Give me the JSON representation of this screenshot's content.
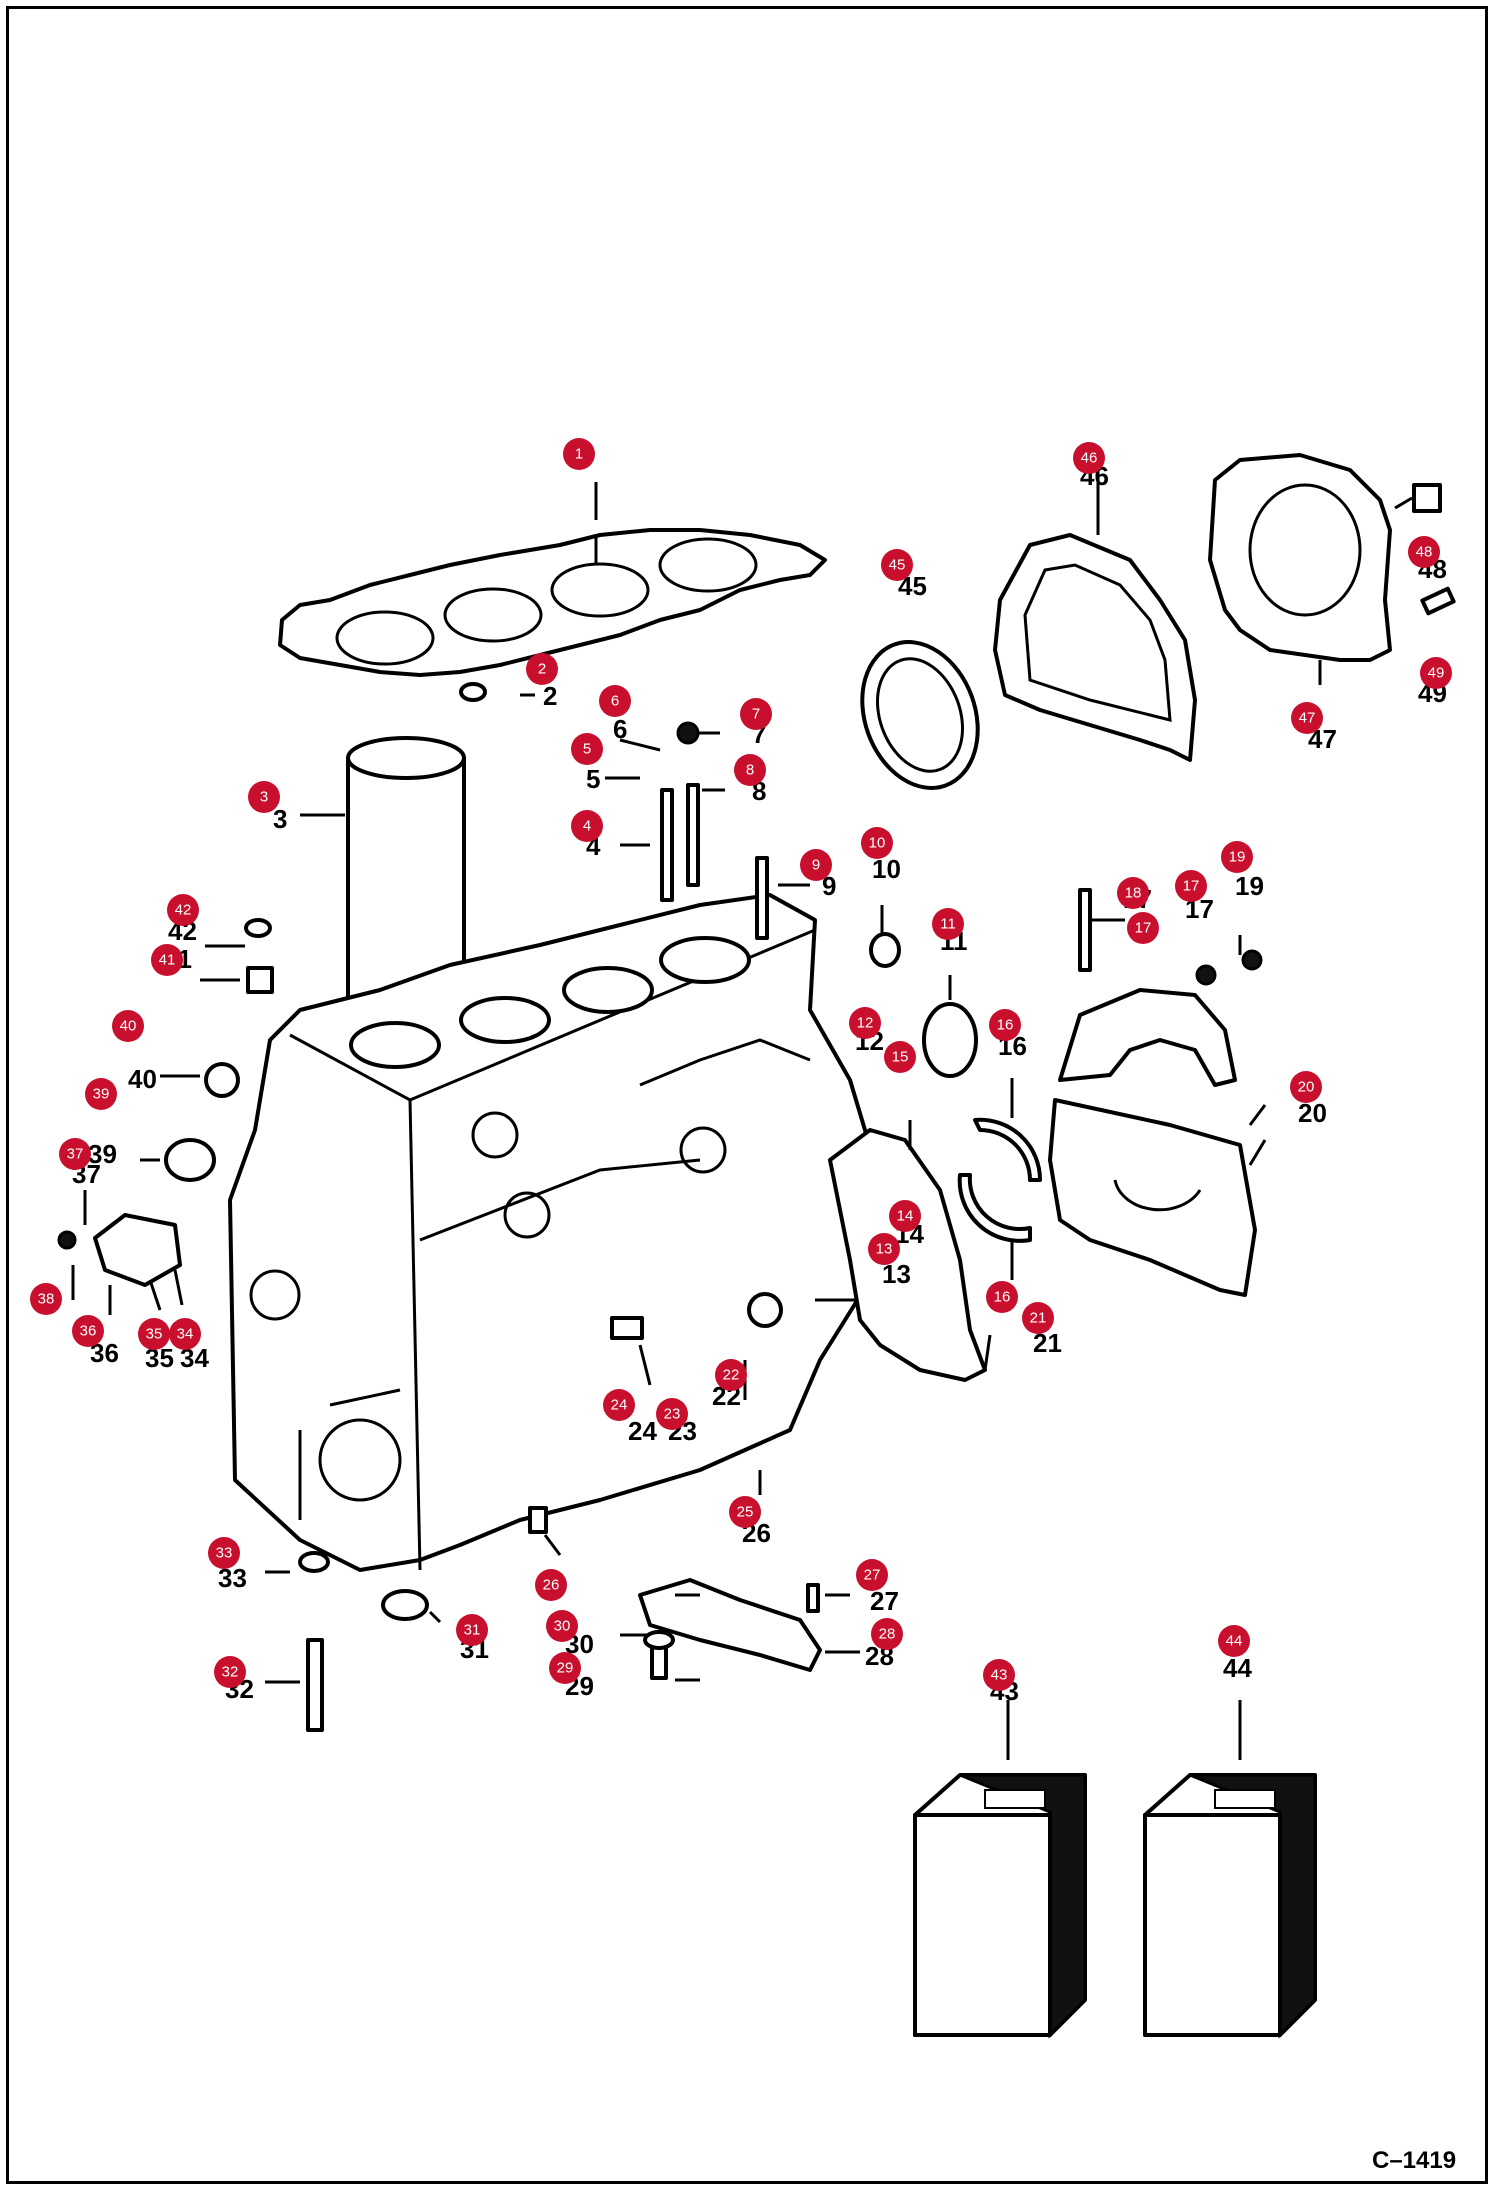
{
  "figure_ref": "C–1419",
  "callouts": [
    {
      "n": "1"
    },
    {
      "n": "2"
    },
    {
      "n": "3"
    },
    {
      "n": "4"
    },
    {
      "n": "5"
    },
    {
      "n": "6"
    },
    {
      "n": "7"
    },
    {
      "n": "8"
    },
    {
      "n": "9"
    },
    {
      "n": "10"
    },
    {
      "n": "11"
    },
    {
      "n": "12"
    },
    {
      "n": "13"
    },
    {
      "n": "14"
    },
    {
      "n": "15"
    },
    {
      "n": "16"
    },
    {
      "n": "16"
    },
    {
      "n": "17"
    },
    {
      "n": "17"
    },
    {
      "n": "18"
    },
    {
      "n": "19"
    },
    {
      "n": "20"
    },
    {
      "n": "21"
    },
    {
      "n": "22"
    },
    {
      "n": "23"
    },
    {
      "n": "24"
    },
    {
      "n": "25"
    },
    {
      "n": "26"
    },
    {
      "n": "27"
    },
    {
      "n": "28"
    },
    {
      "n": "29"
    },
    {
      "n": "30"
    },
    {
      "n": "31"
    },
    {
      "n": "32"
    },
    {
      "n": "33"
    },
    {
      "n": "34"
    },
    {
      "n": "35"
    },
    {
      "n": "36"
    },
    {
      "n": "37"
    },
    {
      "n": "38"
    },
    {
      "n": "39"
    },
    {
      "n": "40"
    },
    {
      "n": "41"
    },
    {
      "n": "42"
    },
    {
      "n": "43"
    },
    {
      "n": "44"
    },
    {
      "n": "45"
    },
    {
      "n": "46"
    },
    {
      "n": "47"
    },
    {
      "n": "48"
    },
    {
      "n": "49"
    }
  ],
  "part_numbers": [
    {
      "n": "2"
    },
    {
      "n": "3"
    },
    {
      "n": "4"
    },
    {
      "n": "5"
    },
    {
      "n": "6"
    },
    {
      "n": "7"
    },
    {
      "n": "8"
    },
    {
      "n": "9"
    },
    {
      "n": "10"
    },
    {
      "n": "11"
    },
    {
      "n": "12"
    },
    {
      "n": "13"
    },
    {
      "n": "14"
    },
    {
      "n": "16"
    },
    {
      "n": "17"
    },
    {
      "n": "17"
    },
    {
      "n": "19"
    },
    {
      "n": "20"
    },
    {
      "n": "21"
    },
    {
      "n": "22"
    },
    {
      "n": "23"
    },
    {
      "n": "24"
    },
    {
      "n": "26"
    },
    {
      "n": "27"
    },
    {
      "n": "28"
    },
    {
      "n": "29"
    },
    {
      "n": "30"
    },
    {
      "n": "31"
    },
    {
      "n": "32"
    },
    {
      "n": "33"
    },
    {
      "n": "34"
    },
    {
      "n": "35"
    },
    {
      "n": "36"
    },
    {
      "n": "37"
    },
    {
      "n": "39"
    },
    {
      "n": "40"
    },
    {
      "n": "41"
    },
    {
      "n": "42"
    },
    {
      "n": "43"
    },
    {
      "n": "44"
    },
    {
      "n": "45"
    },
    {
      "n": "46"
    },
    {
      "n": "47"
    },
    {
      "n": "48"
    },
    {
      "n": "49"
    }
  ],
  "colors": {
    "callout_fill": "#c8102e",
    "callout_text": "#ffffff",
    "line_art": "#000000"
  }
}
